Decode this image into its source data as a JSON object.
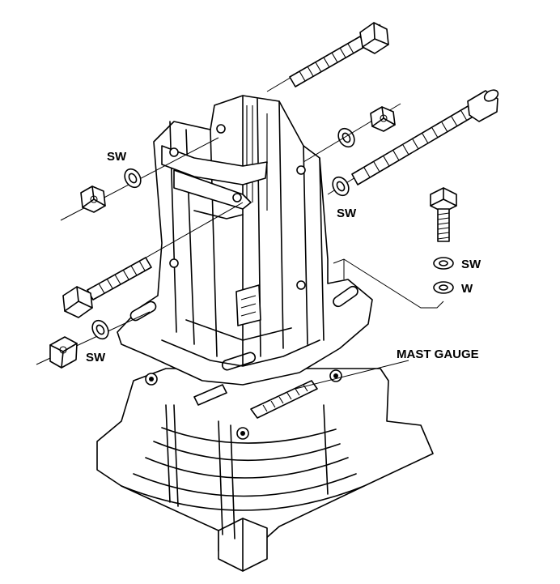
{
  "labels": {
    "sw_upper_left": "SW",
    "sw_upper_right": "SW",
    "sw_lower_left": "SW",
    "sw_side": "SW",
    "w_side": "W",
    "mast_gauge": "MAST GAUGE"
  },
  "colors": {
    "ink": "#000000",
    "paper": "#ffffff"
  },
  "icons": [
    "hex-bolt-icon",
    "hex-nut-icon",
    "square-nut-icon",
    "spring-washer-icon",
    "flat-washer-icon"
  ]
}
